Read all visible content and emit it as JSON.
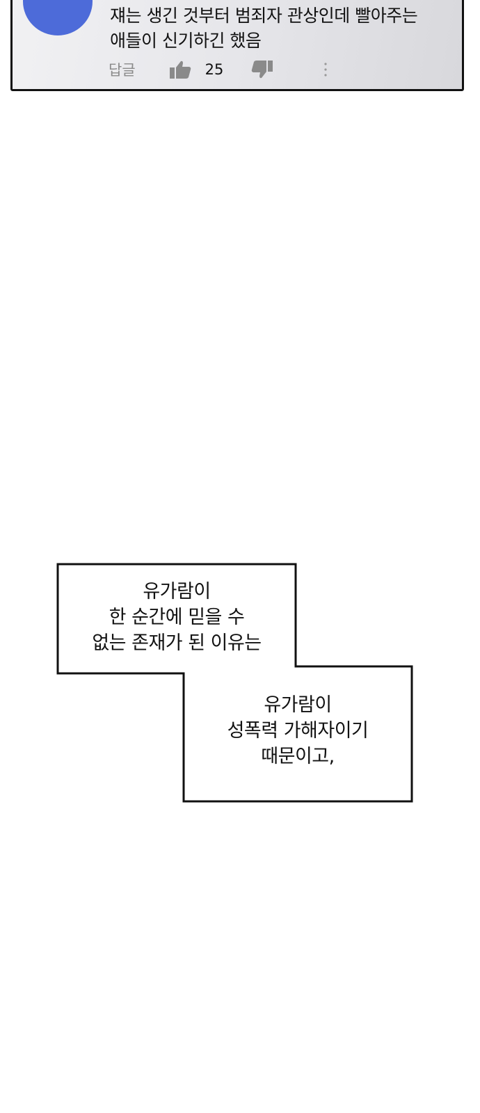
{
  "comment": {
    "text": "쟤는 생긴 것부터 범죄자 관상인데 빨아주는\n애들이 신기하긴 했음",
    "reply_label": "답글",
    "like_count": "25",
    "avatar_color": "#4d6bd9"
  },
  "captions": [
    {
      "text": "유가람이\n한 순간에 믿을 수\n없는 존재가 된 이유는"
    },
    {
      "text": "유가람이\n성폭력 가해자이기\n때문이고,"
    }
  ]
}
